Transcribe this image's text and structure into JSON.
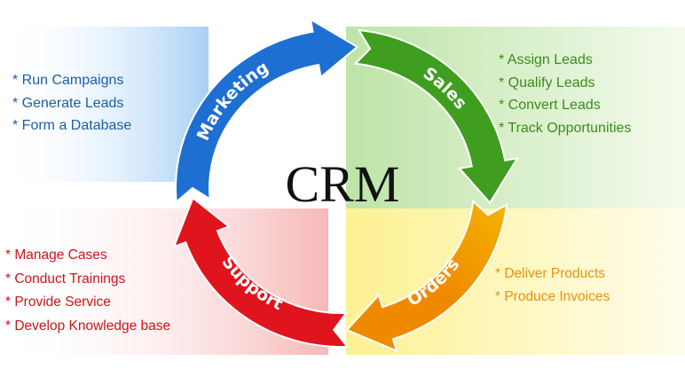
{
  "title": "CRM",
  "stages": [
    {
      "label": "Marketing",
      "color": "#1e6fd2",
      "items": [
        "* Run Campaigns",
        "* Generate Leads",
        "* Form a Database"
      ],
      "text_color": "#1a5ea8"
    },
    {
      "label": "Sales",
      "color": "#3f9e1f",
      "items": [
        "* Assign Leads",
        "* Qualify Leads",
        "* Convert Leads",
        "* Track Opportunities"
      ],
      "text_color": "#3b8c1c"
    },
    {
      "label": "Orders",
      "color": "#f2b400",
      "items": [
        "* Deliver Products",
        "* Produce Invoices"
      ],
      "text_color": "#e8930a"
    },
    {
      "label": "Support",
      "color": "#e0141c",
      "items": [
        "* Manage Cases",
        "* Conduct Trainings",
        "* Provide Service",
        "* Develop Knowledge base"
      ],
      "text_color": "#d3121a"
    }
  ]
}
